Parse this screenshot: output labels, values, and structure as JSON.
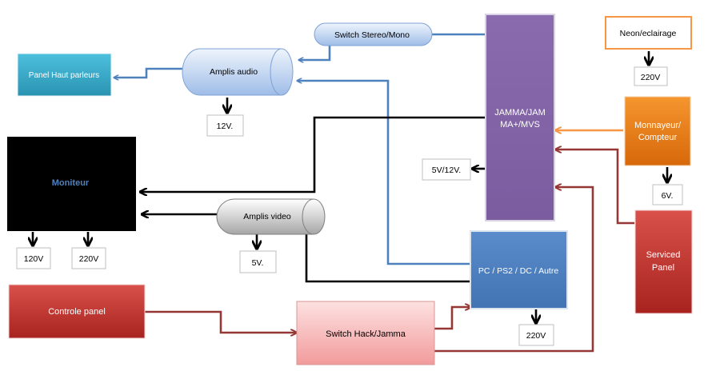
{
  "nodes": {
    "switch_stereo": "Switch Stereo/Mono",
    "amplis_audio": "Amplis audio",
    "panel_hp": "Panel Haut parleurs",
    "jamma_line1": "JAMMA/JAM",
    "jamma_line2": "MA+/MVS",
    "neon": "Neon/eclairage",
    "monnayeur_line1": "Monnayeur/",
    "monnayeur_line2": "Compteur",
    "moniteur": "Moniteur",
    "amplis_video": "Amplis video",
    "pc": "PC / PS2 / DC / Autre",
    "serviced_line1": "Serviced",
    "serviced_line2": "Panel",
    "controle": "Controle panel",
    "switch_hack": "Switch Hack/Jamma"
  },
  "voltages": {
    "v_220_neon": "220V",
    "v_12_audio": "12V.",
    "v_5_12_jamma": "5V/12V.",
    "v_6_monnayeur": "6V.",
    "v_120_moniteur": "120V",
    "v_220_moniteur": "220V",
    "v_5_video": "5V.",
    "v_220_pc": "220V"
  },
  "colors": {
    "blue_line": "#4f81bd",
    "black_line": "#000000",
    "orange_line": "#f79646",
    "red_line": "#953735",
    "purple_box": "#8064a2",
    "teal_box": "#31a5c4",
    "orange_box": "#e36c09",
    "red_box": "#c0392b",
    "pc_box": "#4f81bd"
  }
}
